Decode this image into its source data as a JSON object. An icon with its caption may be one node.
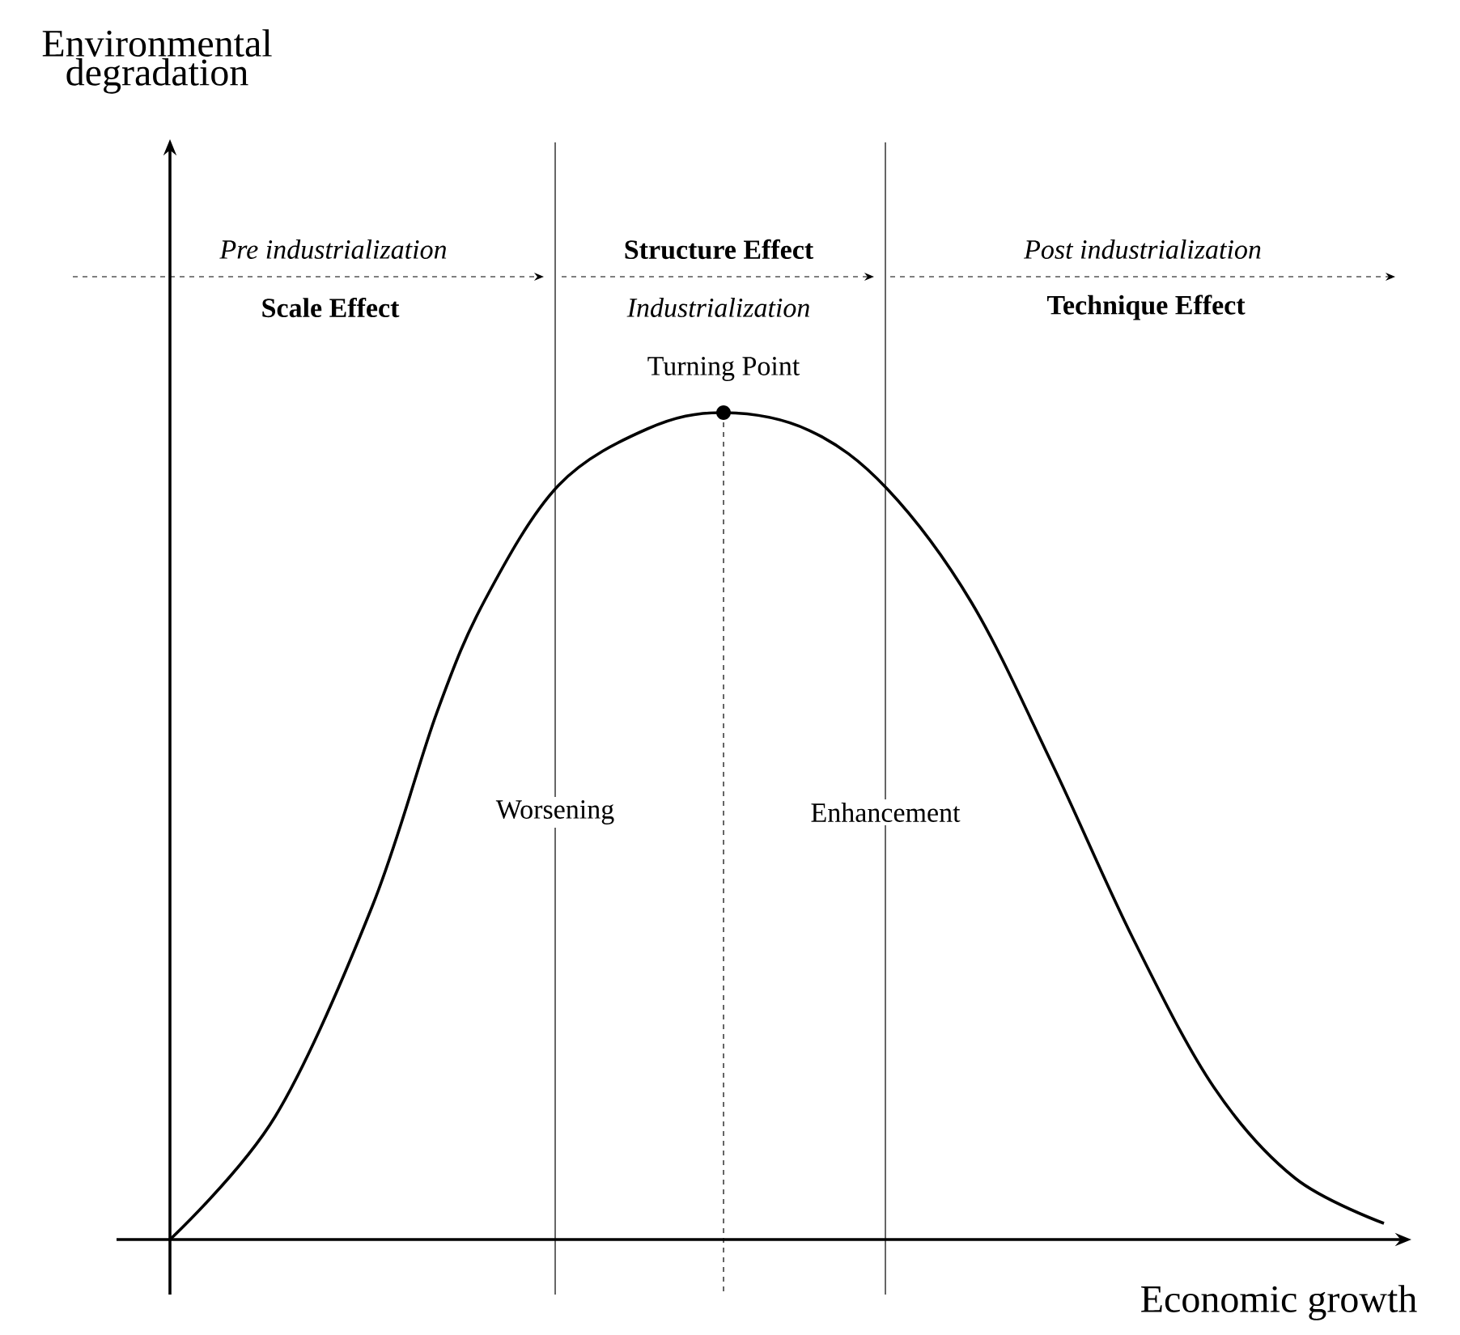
{
  "diagram": {
    "labels": [
      "Environmental degradation",
      "Pre industrialization",
      "Scale Effect",
      "Structure Effect",
      "Industrialization",
      "Post industrialization",
      "Technique Effect",
      "Turning Point",
      "Worsening",
      "Enhancement",
      "Economic growth"
    ]
  }
}
